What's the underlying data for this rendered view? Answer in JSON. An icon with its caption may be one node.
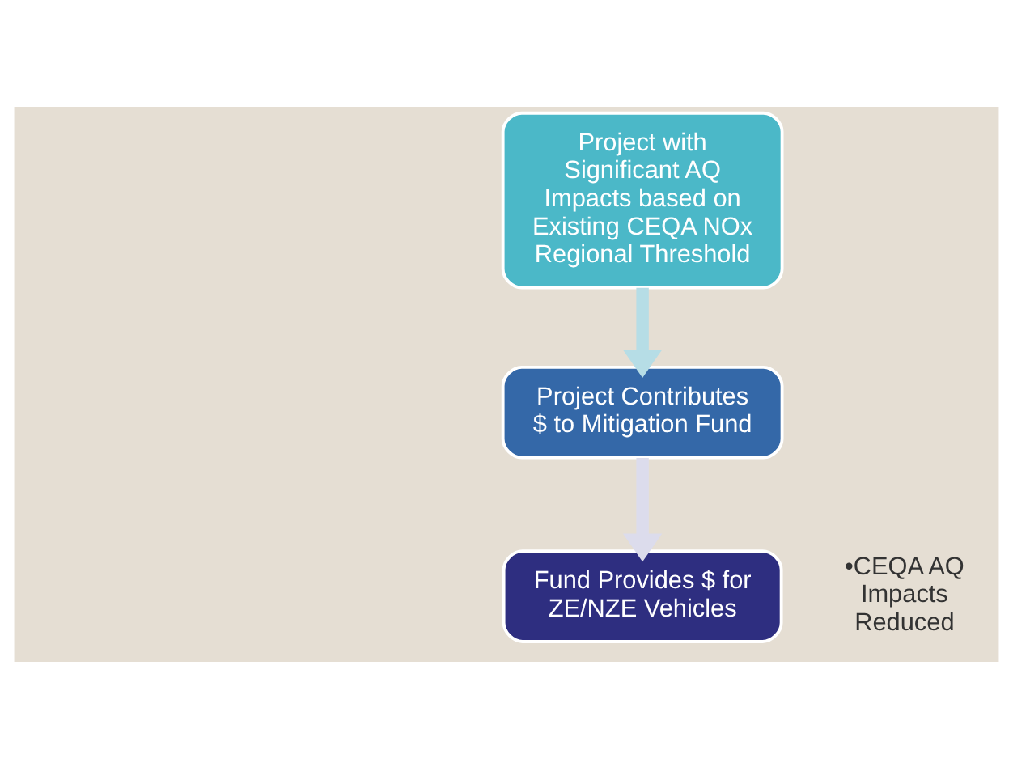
{
  "diagram": {
    "nodes": [
      {
        "text": [
          "Project with Significant AQ Impacts based on Existing CEQA NOx Regional Threshold"
        ]
      },
      {
        "text": [
          "Project Contributes $ to Mitigation Fund"
        ]
      },
      {
        "text": [
          "Fund Provides $ for ZE/NZE Vehicles"
        ],
        "beside": [
          "•CEQA AQ Impacts Reduced"
        ]
      }
    ],
    "edges": [
      {
        "from": 0,
        "to": 1,
        "arrow": "to",
        "color": "#b6dde6"
      },
      {
        "from": 1,
        "to": 2,
        "arrow": "to",
        "color": "#dcdcec"
      }
    ]
  }
}
